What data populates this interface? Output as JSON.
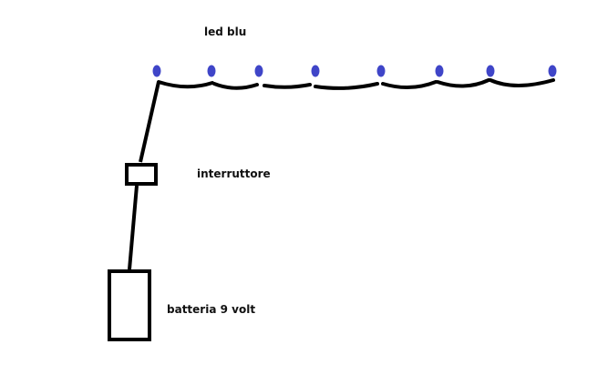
{
  "labels": {
    "leds": "led blu",
    "switch": "interruttore",
    "battery": "batteria 9 volt"
  },
  "colors": {
    "led": "#3f45c8",
    "wire": "#000000"
  },
  "led_count": 8
}
